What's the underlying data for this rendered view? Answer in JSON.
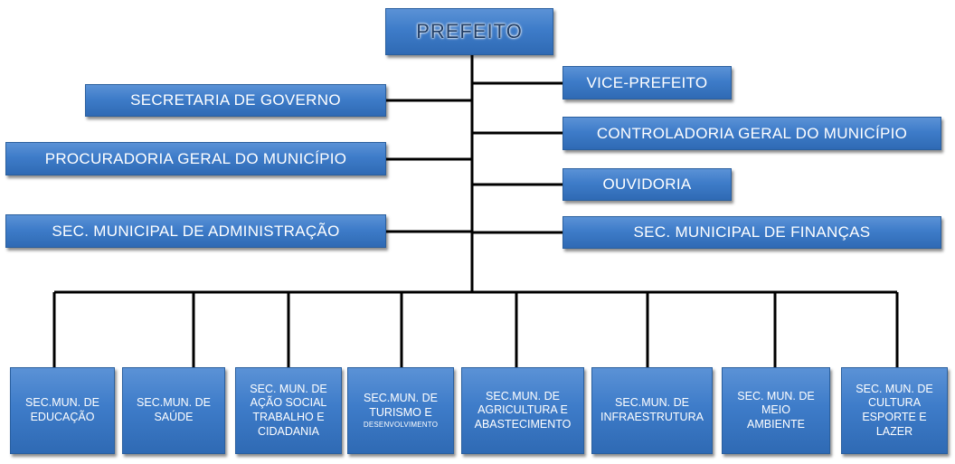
{
  "top": {
    "label": "PREFEITO"
  },
  "left": [
    {
      "key": "governo",
      "label": "SECRETARIA  DE GOVERNO"
    },
    {
      "key": "procuradoria",
      "label": "PROCURADORIA  GERAL DO MUNICÍPIO"
    },
    {
      "key": "administracao",
      "label": "SEC. MUNICIPAL DE ADMINISTRAÇÃO"
    }
  ],
  "right": [
    {
      "key": "vice",
      "label": "VICE-PREFEITO"
    },
    {
      "key": "controladoria",
      "label": "CONTROLADORIA  GERAL DO MUNICÍPIO"
    },
    {
      "key": "ouvidoria",
      "label": "OUVIDORIA"
    },
    {
      "key": "financas",
      "label": "SEC. MUNICIPAL DE FINANÇAS"
    }
  ],
  "bottom": [
    {
      "key": "educacao",
      "lines": [
        "SEC.MUN. DE",
        "EDUCAÇÃO"
      ]
    },
    {
      "key": "saude",
      "lines": [
        "SEC.MUN. DE",
        "SAÚDE"
      ]
    },
    {
      "key": "acao-social",
      "lines": [
        "SEC. MUN. DE",
        "AÇÃO SOCIAL",
        "TRABALHO E",
        "CIDADANIA"
      ]
    },
    {
      "key": "turismo",
      "lines": [
        "SEC.MUN. DE",
        "TURISMO E"
      ],
      "small": "DESENVOLVIMENTO"
    },
    {
      "key": "agricultura",
      "lines": [
        "SEC.MUN. DE",
        "AGRICULTURA E",
        "ABASTECIMENTO"
      ]
    },
    {
      "key": "infraestrutura",
      "lines": [
        "SEC.MUN. DE",
        "INFRAESTRUTURA"
      ]
    },
    {
      "key": "meio-ambiente",
      "lines": [
        "SEC. MUN. DE",
        "MEIO",
        "AMBIENTE"
      ]
    },
    {
      "key": "cultura",
      "lines": [
        "SEC. MUN. DE",
        "CULTURA",
        "ESPORTE E",
        "LAZER"
      ]
    }
  ]
}
